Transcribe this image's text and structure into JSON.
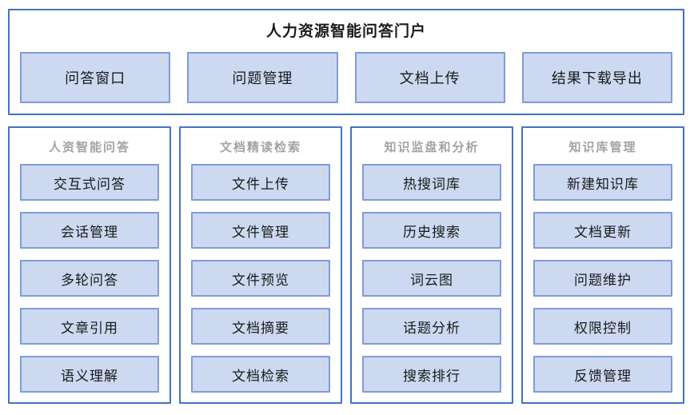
{
  "diagram": {
    "title": "人力资源智能问答门户",
    "portal_buttons": [
      "问答窗口",
      "问题管理",
      "文档上传",
      "结果下载导出"
    ],
    "columns": [
      {
        "header": "人资智能问答",
        "items": [
          "交互式问答",
          "会话管理",
          "多轮问答",
          "文章引用",
          "语义理解"
        ]
      },
      {
        "header": "文档精读检索",
        "items": [
          "文件上传",
          "文件管理",
          "文件预览",
          "文档摘要",
          "文档检索"
        ]
      },
      {
        "header": "知识监盘和分析",
        "items": [
          "热搜词库",
          "历史搜索",
          "词云图",
          "话题分析",
          "搜索排行"
        ]
      },
      {
        "header": "知识库管理",
        "items": [
          "新建知识库",
          "文档更新",
          "问题维护",
          "权限控制",
          "反馈管理"
        ]
      }
    ],
    "colors": {
      "container_border": "#4472C4",
      "module_fill": "#CCD9F1",
      "module_border": "#7F9CD6",
      "column_header_text": "#A3A3A3",
      "label_text": "#1A1A1A",
      "background": "#FFFFFF"
    }
  }
}
